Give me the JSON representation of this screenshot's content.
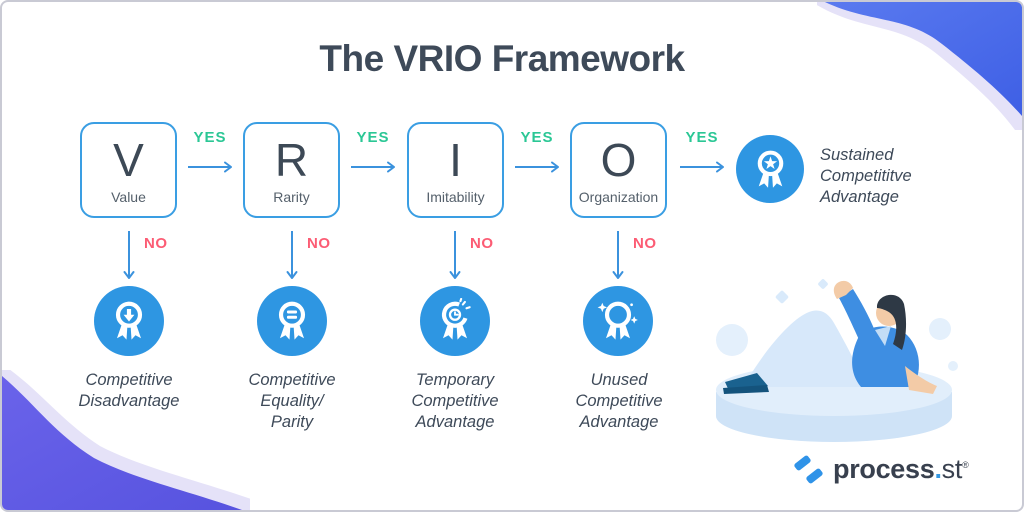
{
  "title": "The VRIO Framework",
  "labels": {
    "yes": "YES",
    "no": "NO"
  },
  "steps": [
    {
      "letter": "V",
      "label": "Value",
      "outcome_icon": "medal-down-arrow-icon",
      "outcome_lines": [
        "Competitive",
        "Disadvantage"
      ]
    },
    {
      "letter": "R",
      "label": "Rarity",
      "outcome_icon": "medal-equals-icon",
      "outcome_lines": [
        "Competitive",
        "Equality/",
        "Parity"
      ]
    },
    {
      "letter": "I",
      "label": "Imitability",
      "outcome_icon": "medal-clock-icon",
      "outcome_lines": [
        "Temporary",
        "Competitive",
        "Advantage"
      ]
    },
    {
      "letter": "O",
      "label": "Organization",
      "outcome_icon": "medal-sparkle-icon",
      "outcome_lines": [
        "Unused",
        "Competitive",
        "Advantage"
      ]
    }
  ],
  "result": {
    "icon": "medal-star-icon",
    "lines": [
      "Sustained",
      "Competititve",
      "Advantage"
    ]
  },
  "logo": {
    "brand": "process",
    "dot": ".",
    "tld": "st",
    "registered": "®"
  },
  "colors": {
    "box_border": "#3a9ee3",
    "arrow_blue": "#3b92dd",
    "yes_green": "#2bc795",
    "no_red": "#fc5c74",
    "circle_blue": "#2e96e2",
    "dark_text": "#3e4a59",
    "wave_blue": "#4a71ea",
    "wave_purple": "#5e5be3",
    "wave_edge_lavender": "#e5e2f8"
  }
}
